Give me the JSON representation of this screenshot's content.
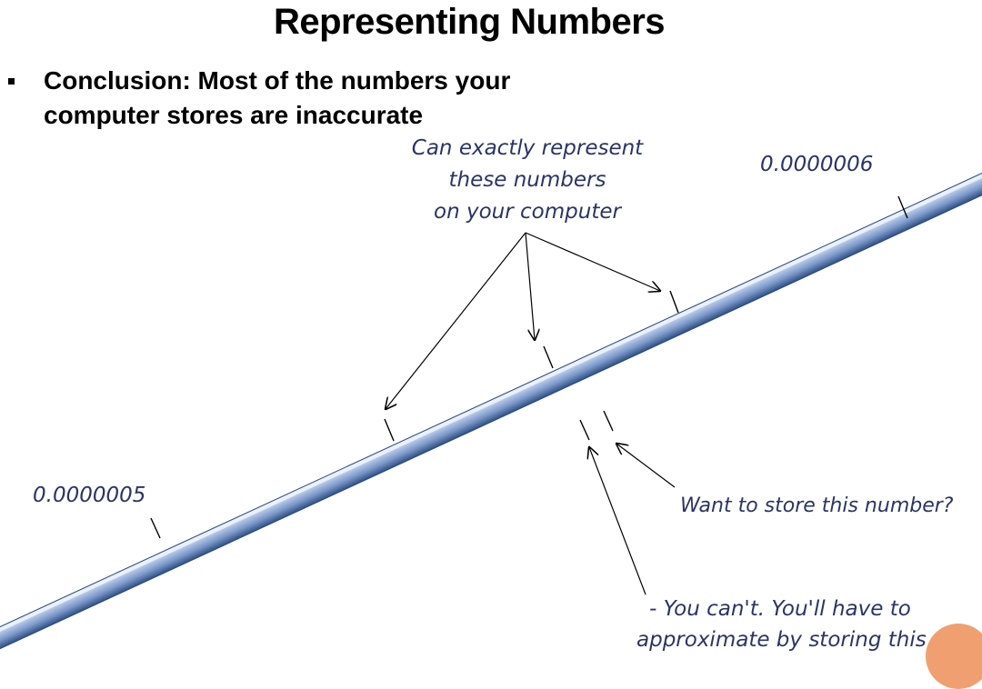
{
  "slide": {
    "title": "Representing Numbers",
    "bullet": "Conclusion: Most of the numbers your computer stores are inaccurate"
  },
  "annotations": {
    "representable": [
      "Can exactly represent",
      "these numbers",
      "on your computer"
    ],
    "upper_value": "0.0000006",
    "lower_value": "0.0000005",
    "want_to_store": "Want to store this number?",
    "cannot": [
      "- You can't. You'll have to",
      "approximate by storing this"
    ]
  },
  "colors": {
    "text": "#000000",
    "handwriting": "#2b3466",
    "bar_light": "#dde7f6",
    "bar_mid": "#8aa6d4",
    "bar_dark": "#2f4f82",
    "accent_blob": "#f0a070"
  }
}
